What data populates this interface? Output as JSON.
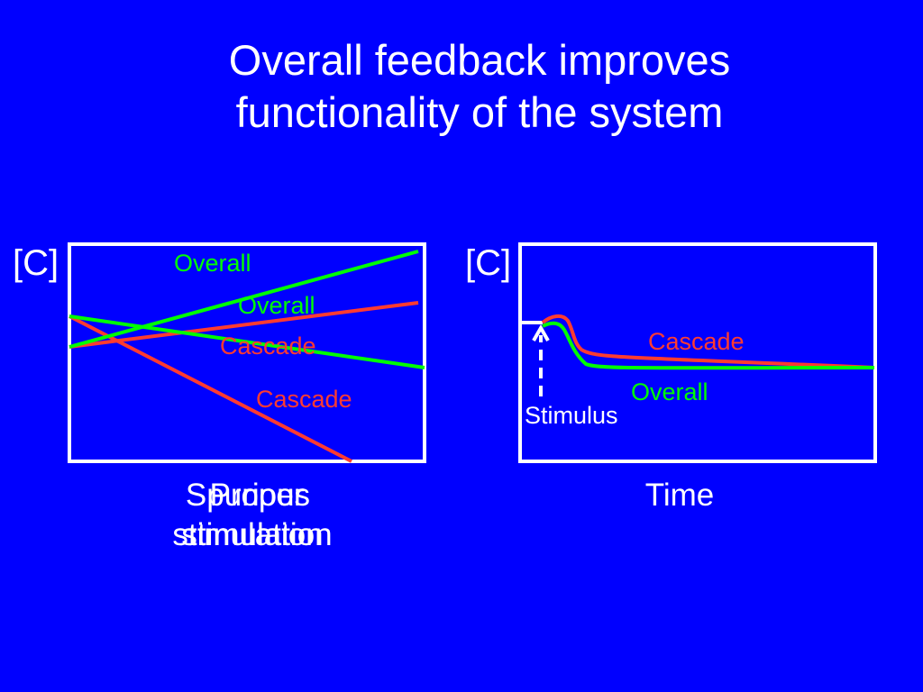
{
  "slide": {
    "title_line1": "Overall feedback improves",
    "title_line2": "functionality of the system"
  },
  "colors": {
    "background": "#0000ff",
    "overall": "#00ff00",
    "cascade": "#ff3b30",
    "frame": "#ffffff"
  },
  "left_panel": {
    "ylabel": "[C]",
    "xlabel_a_line1": "Proper",
    "xlabel_a_line2": "stimulation",
    "xlabel_b_line1": "Spurious",
    "xlabel_b_line2": "stimulation",
    "labels": {
      "overall_top": "Overall",
      "overall_mid": "Overall",
      "cascade_mid": "Cascade",
      "cascade_low": "Cascade"
    }
  },
  "right_panel": {
    "ylabel": "[C]",
    "xlabel": "Time",
    "labels": {
      "cascade": "Cascade",
      "overall": "Overall",
      "stimulus": "Stimulus"
    }
  }
}
